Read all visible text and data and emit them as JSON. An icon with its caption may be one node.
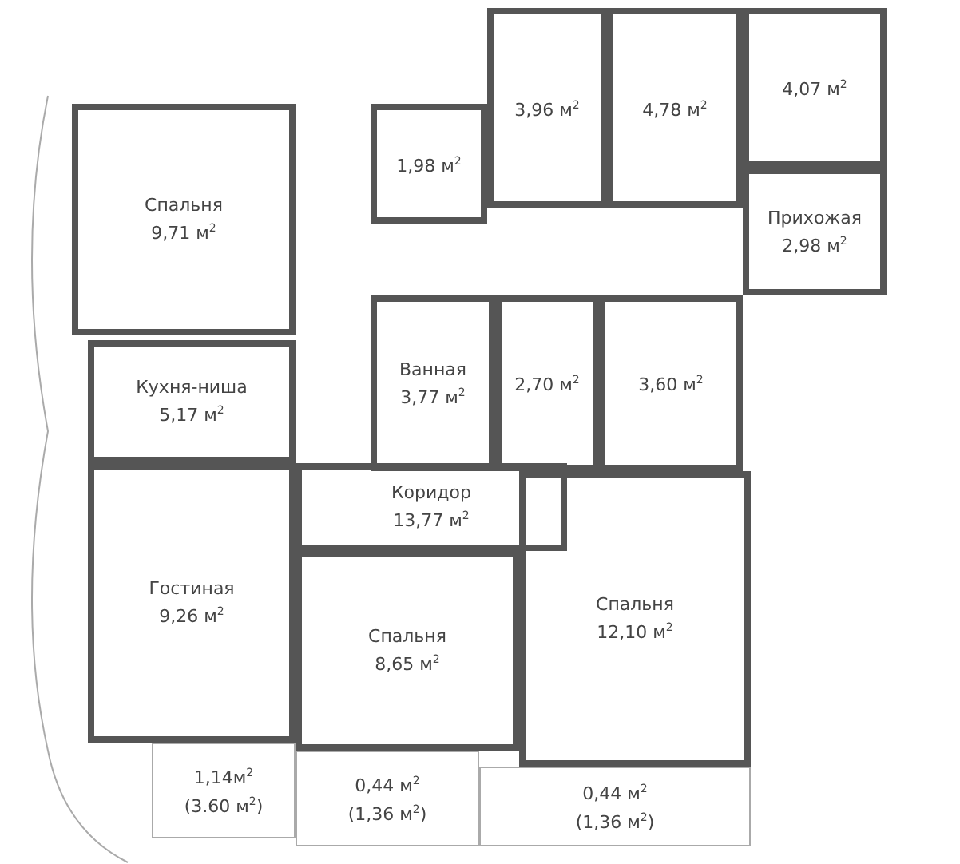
{
  "diagram": {
    "nodes": [
      {
        "text": [
          "Спальня",
          "9,71 м$^{2}$"
        ]
      },
      {
        "text": [
          "1,98 м$^{2}$"
        ]
      },
      {
        "text": [
          "3,96 м$^{2}$"
        ]
      },
      {
        "text": [
          "4,78 м$^{2}$"
        ]
      },
      {
        "text": [
          "4,07 м$^{2}$"
        ]
      },
      {
        "text": [
          "Прихожая",
          "2,98 м$^{2}$"
        ]
      },
      {
        "text": [
          "Кухня-ниша",
          "5,17 м$^{2}$"
        ]
      },
      {
        "text": [
          "Ванная",
          "3,77 м$^{2}$"
        ]
      },
      {
        "text": [
          "2,70 м$^{2}$"
        ]
      },
      {
        "text": [
          "3,60 м$^{2}$"
        ]
      },
      {
        "text": [
          "Коридор",
          "13,77 м$^{2}$"
        ]
      },
      {
        "text": [
          "Гостиная",
          "9,26 м$^{2}$"
        ]
      },
      {
        "text": [
          "Спальня",
          "8,65 м$^{2}$"
        ]
      },
      {
        "text": [
          "Спальня",
          "12,10 м$^{2}$"
        ]
      },
      {
        "text": [
          "1,14м$^{2}$",
          "(3.60 м$^{2}$)"
        ]
      },
      {
        "text": [
          "0,44 м$^{2}$",
          "(1,36 м$^{2}$)"
        ]
      },
      {
        "text": [
          "0,44 м$^{2}$",
          "(1,36 м$^{2}$)"
        ]
      }
    ],
    "edges": []
  }
}
